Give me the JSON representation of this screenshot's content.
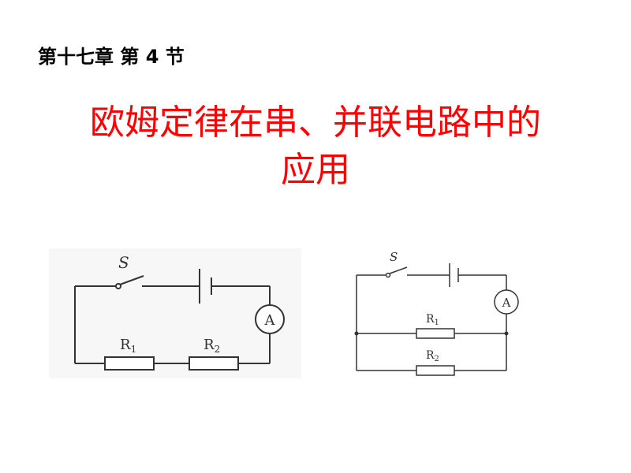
{
  "header": {
    "chapter": "第十七章 第 4 节"
  },
  "title": {
    "line1": "欧姆定律在串、并联电路中的",
    "line2": "应用"
  },
  "series_circuit": {
    "switch_label": "S",
    "meter_label": "A",
    "r1_main": "R",
    "r1_sub": "1",
    "r2_main": "R",
    "r2_sub": "2"
  },
  "parallel_circuit": {
    "switch_label": "S",
    "meter_label": "A",
    "r1_main": "R",
    "r1_sub": "1",
    "r2_main": "R",
    "r2_sub": "2"
  }
}
